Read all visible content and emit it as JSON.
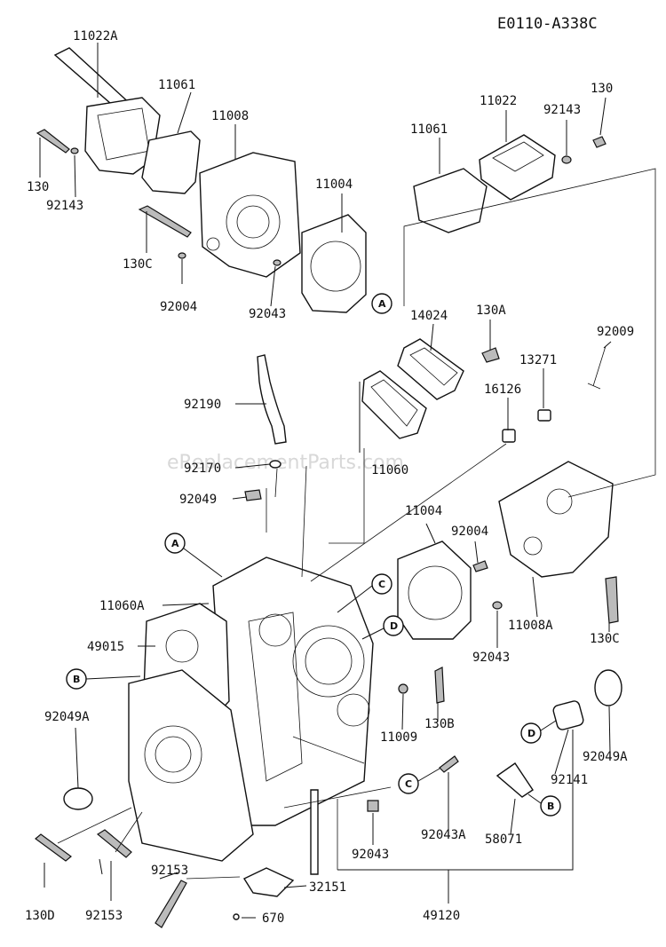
{
  "diagram_code": "E0110-A338C",
  "watermark": "eReplacementParts.com",
  "labels": {
    "p11022A": "11022A",
    "p11061_left": "11061",
    "p11008": "11008",
    "p130_left": "130",
    "p92143_left": "92143",
    "p130C": "130C",
    "p92004_top": "92004",
    "p92043_top": "92043",
    "p11004_top": "11004",
    "p11061_right": "11061",
    "p11022": "11022",
    "p92143_right": "92143",
    "p130_right": "130",
    "p14024": "14024",
    "p130A": "130A",
    "p92009": "92009",
    "p13271": "13271",
    "p16126": "16126",
    "p92190": "92190",
    "p11060": "11060",
    "p92170": "92170",
    "p92049": "92049",
    "p11004_mid": "11004",
    "p92004_mid": "92004",
    "p11060A": "11060A",
    "p49015": "49015",
    "p11008A": "11008A",
    "p130C_right": "130C",
    "p92043_mid": "92043",
    "p130B": "130B",
    "p11009": "11009",
    "p92049A_left": "92049A",
    "p92049A_right": "92049A",
    "p92141": "92141",
    "p92043A": "92043A",
    "p58071": "58071",
    "p92043_low": "92043",
    "p92153_a": "92153",
    "p92153_b": "92153",
    "p32151": "32151",
    "p130D": "130D",
    "p670": "670",
    "p49120": "49120"
  },
  "callouts": {
    "A": "A",
    "B": "B",
    "C": "C",
    "D": "D"
  }
}
